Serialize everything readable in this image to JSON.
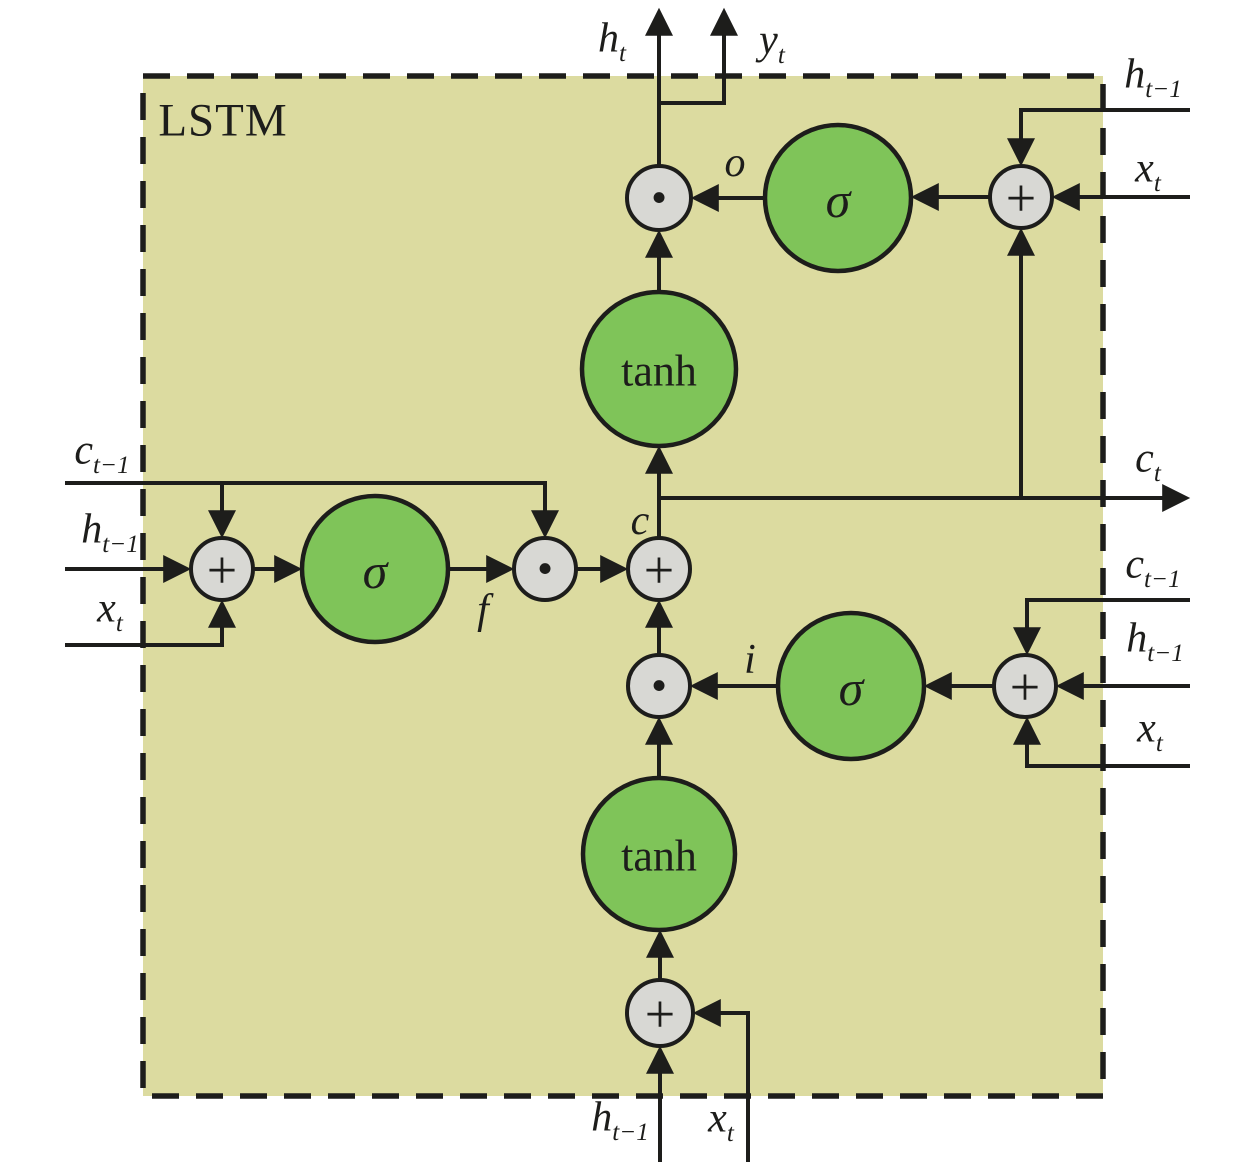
{
  "diagram": {
    "title": "LSTM",
    "symbols": {
      "sigma": "σ",
      "tanh": "tanh",
      "sum": "+",
      "product": "•"
    },
    "labels": {
      "h_t": {
        "base": "h",
        "sub": "t"
      },
      "y_t": {
        "base": "y",
        "sub": "t"
      },
      "h_prev": {
        "base": "h",
        "sub": "t−1"
      },
      "x_t": {
        "base": "x",
        "sub": "t"
      },
      "c_prev": {
        "base": "c",
        "sub": "t−1"
      },
      "c_t": {
        "base": "c",
        "sub": "t"
      },
      "cell": "c",
      "forget_gate": "f",
      "input_gate": "i",
      "output_gate": "o"
    },
    "colors": {
      "background": "#dcdba0",
      "gate_node": "#7fc459",
      "operator_node": "#d8d8d4",
      "line": "#1d1d1b"
    }
  }
}
